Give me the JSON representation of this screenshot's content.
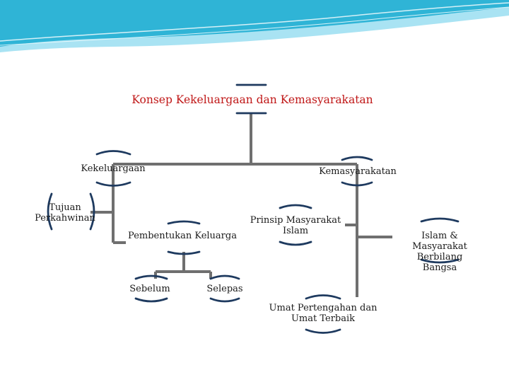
{
  "diagram": {
    "title": "Konsep Kekeluargaan dan Kemasyarakatan",
    "nodes": {
      "kekeluargaan": "Kekeluargaan",
      "kemasyarakatan": "Kemasyarakatan",
      "tujuan": "Tujuan\nPerkahwinan",
      "pembentukan": "Pembentukan Keluarga",
      "prinsip": "Prinsip Masyarakat\nIslam",
      "islam_bangsa": "Islam & Masyarakat\nBerbilang Bangsa",
      "sebelum": "Sebelum",
      "selepas": "Selepas",
      "umat": "Umat Pertengahan dan\nUmat Terbaik"
    }
  },
  "colors": {
    "banner_cyan": "#2fb4d6",
    "banner_light": "#a9e3f3",
    "connector": "#6f6f6f",
    "bracket": "#1e3a5f",
    "title_text": "#c01818"
  }
}
